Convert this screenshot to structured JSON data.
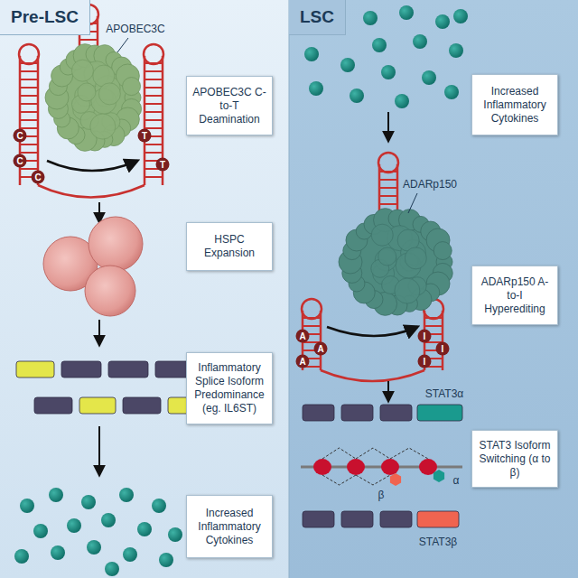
{
  "diagram": {
    "nodes": [
      {
        "text": [
          "Pre-LSC"
        ]
      },
      {
        "text": [
          "APOBEC3C C-to-T Deamination"
        ],
        "in": 0
      },
      {
        "text": [
          "HSPC Expansion"
        ],
        "in": 0
      },
      {
        "text": [
          "Inflammatory Splice Isoform Predominance (eg. IL6ST)"
        ],
        "in": 0
      },
      {
        "text": [
          "Increased Inflammatory Cytokines"
        ],
        "in": 0
      },
      {
        "text": [
          "LSC"
        ]
      },
      {
        "text": [
          "Increased Inflammatory Cytokines"
        ],
        "in": 5
      },
      {
        "text": [
          "ADARp150 A-to-I Hyperediting"
        ],
        "in": 5
      },
      {
        "text": [
          "STAT3 Isoform Switching (α to β)"
        ],
        "in": 5
      }
    ],
    "labels": [
      "APOBEC3C",
      "C",
      "C",
      "C",
      "T",
      "T",
      "ADARp150",
      "A",
      "A",
      "A",
      "I",
      "I",
      "I",
      "STAT3α",
      "β",
      "α",
      "STAT3β"
    ]
  }
}
